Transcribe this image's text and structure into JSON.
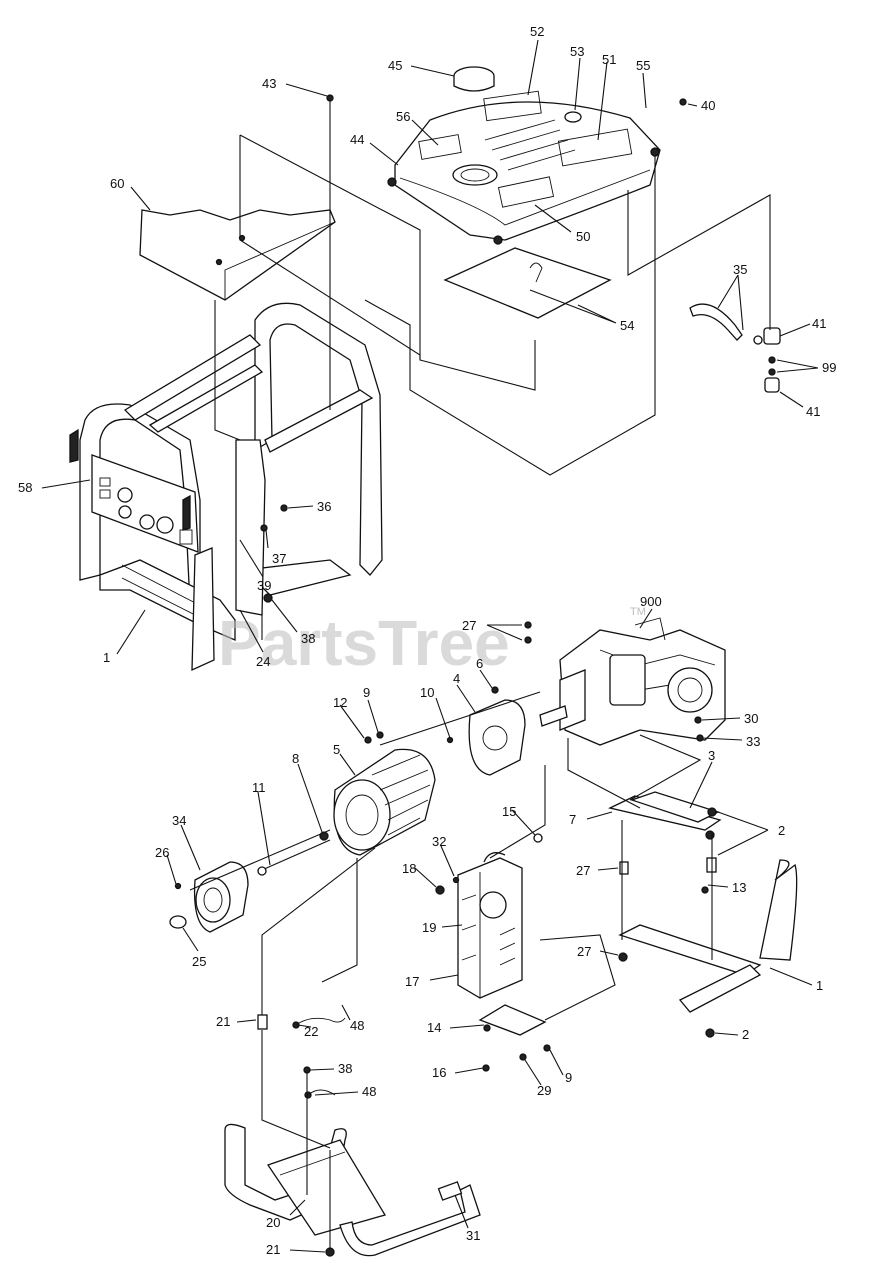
{
  "watermark": {
    "brand": "PartsTree",
    "trademark": "TM"
  },
  "callouts": [
    {
      "id": "52"
    },
    {
      "id": "53"
    },
    {
      "id": "45"
    },
    {
      "id": "51"
    },
    {
      "id": "55"
    },
    {
      "id": "43"
    },
    {
      "id": "40"
    },
    {
      "id": "56"
    },
    {
      "id": "44"
    },
    {
      "id": "60"
    },
    {
      "id": "50"
    },
    {
      "id": "35"
    },
    {
      "id": "54"
    },
    {
      "id": "41"
    },
    {
      "id": "99"
    },
    {
      "id": "41"
    },
    {
      "id": "58"
    },
    {
      "id": "36"
    },
    {
      "id": "37"
    },
    {
      "id": "39"
    },
    {
      "id": "38"
    },
    {
      "id": "24"
    },
    {
      "id": "1"
    },
    {
      "id": "900"
    },
    {
      "id": "27"
    },
    {
      "id": "6"
    },
    {
      "id": "4"
    },
    {
      "id": "12"
    },
    {
      "id": "9"
    },
    {
      "id": "10"
    },
    {
      "id": "30"
    },
    {
      "id": "5"
    },
    {
      "id": "33"
    },
    {
      "id": "3"
    },
    {
      "id": "8"
    },
    {
      "id": "11"
    },
    {
      "id": "34"
    },
    {
      "id": "15"
    },
    {
      "id": "7"
    },
    {
      "id": "2"
    },
    {
      "id": "26"
    },
    {
      "id": "32"
    },
    {
      "id": "18"
    },
    {
      "id": "27"
    },
    {
      "id": "13"
    },
    {
      "id": "19"
    },
    {
      "id": "25"
    },
    {
      "id": "27"
    },
    {
      "id": "17"
    },
    {
      "id": "1"
    },
    {
      "id": "21"
    },
    {
      "id": "22"
    },
    {
      "id": "48"
    },
    {
      "id": "14"
    },
    {
      "id": "2"
    },
    {
      "id": "16"
    },
    {
      "id": "9"
    },
    {
      "id": "29"
    },
    {
      "id": "38"
    },
    {
      "id": "48"
    },
    {
      "id": "20"
    },
    {
      "id": "31"
    },
    {
      "id": "21"
    }
  ]
}
